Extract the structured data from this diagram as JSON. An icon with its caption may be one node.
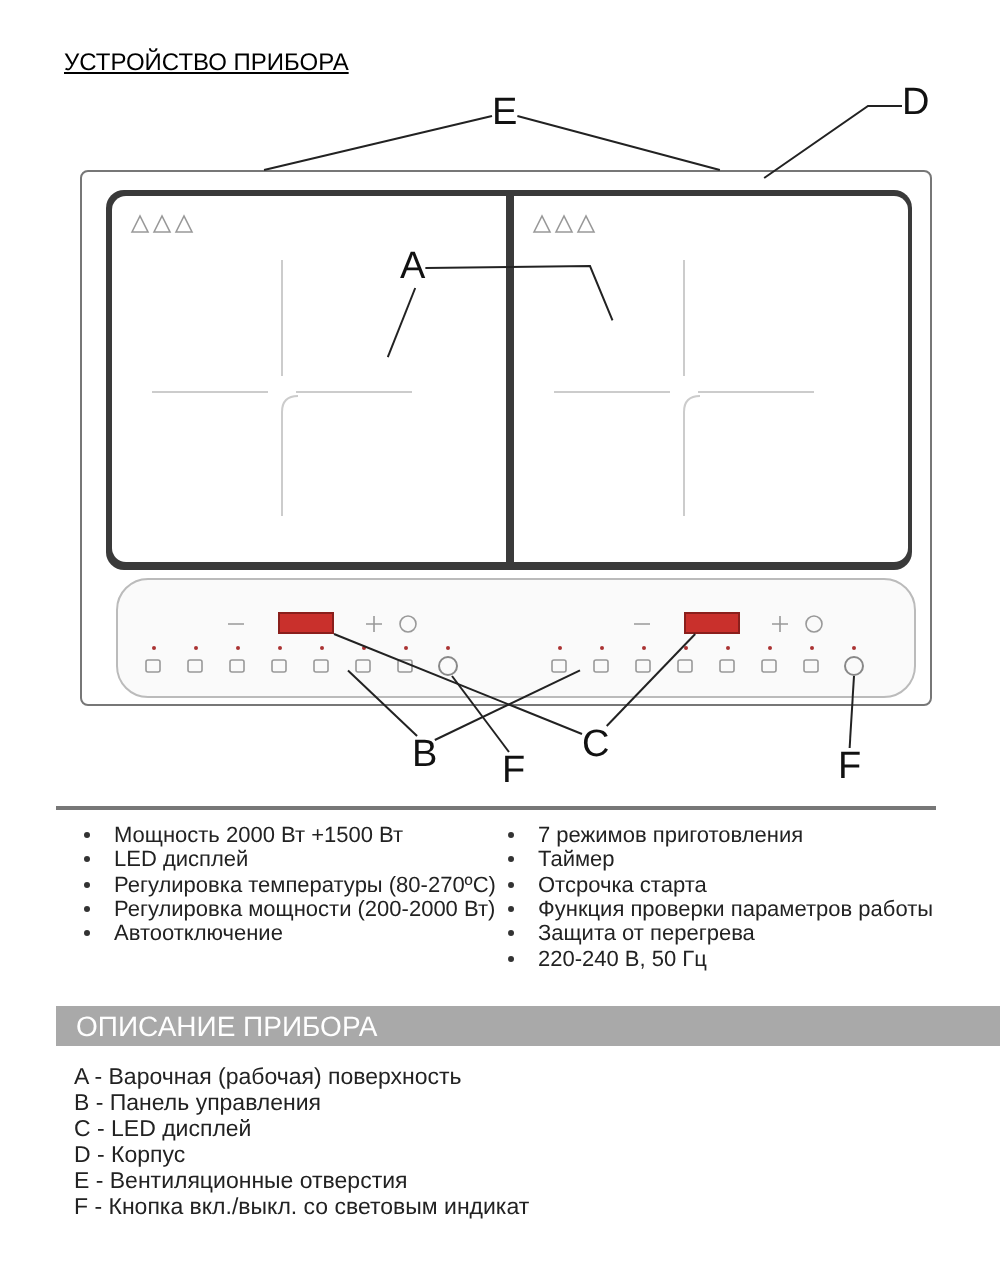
{
  "diagram": {
    "title": "УСТРОЙСТВО ПРИБОРА",
    "nodes": [
      {
        "text": [],
        "shape": "box"
      },
      {
        "text": [],
        "shape": "box",
        "in": 0
      },
      {
        "text": [],
        "shape": "box",
        "in": 0
      },
      {
        "text": [],
        "shape": "box",
        "in": 0
      },
      {
        "text": [],
        "shape": "box",
        "in": 3
      },
      {
        "text": [],
        "shape": "box",
        "in": 3
      },
      {
        "text": [],
        "shape": "circle",
        "in": 3
      },
      {
        "text": [],
        "shape": "circle",
        "in": 3
      },
      {
        "text": [
          "A"
        ],
        "in": 1
      },
      {
        "text": [
          "B"
        ]
      },
      {
        "text": [
          "C"
        ]
      },
      {
        "text": [
          "D"
        ]
      },
      {
        "text": [
          "E"
        ]
      },
      {
        "text": [
          "F"
        ]
      },
      {
        "text": [
          "F"
        ]
      }
    ],
    "edges": [
      {
        "from": 8,
        "to": 1,
        "arrow": "none"
      },
      {
        "from": 8,
        "to": 2,
        "arrow": "none"
      },
      {
        "from": 12,
        "to": 0,
        "arrow": "none"
      },
      {
        "from": 12,
        "to": 0,
        "arrow": "none"
      },
      {
        "from": 11,
        "to": 0,
        "arrow": "none"
      },
      {
        "from": 9,
        "to": 3,
        "arrow": "none"
      },
      {
        "from": 9,
        "to": 3,
        "arrow": "none"
      },
      {
        "from": 10,
        "to": 4,
        "arrow": "none"
      },
      {
        "from": 10,
        "to": 5,
        "arrow": "none"
      },
      {
        "from": 13,
        "to": 6,
        "arrow": "none"
      },
      {
        "from": 14,
        "to": 7,
        "arrow": "none"
      }
    ],
    "labels": [
      "Мощность 2000 Вт +1500 Вт",
      "LED дисплей",
      "Регулировка температуры (80-270ºC)",
      "Регулировка мощности (200-2000 Вт)",
      "Автоотключение",
      "7 режимов приготовления",
      "Таймер",
      "Отсрочка старта",
      "Функция проверки параметров работы",
      "Защита от перегрева",
      "220-240 В, 50 Гц",
      "ОПИСАНИЕ ПРИБОРА",
      "A - Варочная (рабочая) поверхность",
      "B - Панель управления",
      "C - LED дисплей",
      "D - Корпус",
      "E - Вентиляционные отверстия",
      "F - Кнопка вкл./выкл. со световым индикат"
    ]
  }
}
